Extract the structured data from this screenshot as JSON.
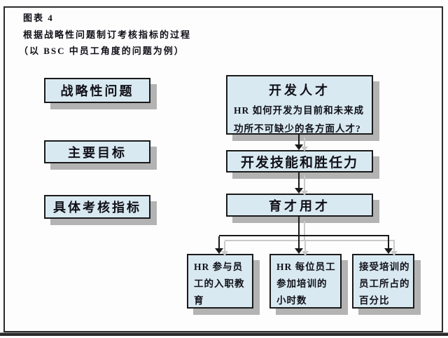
{
  "colors": {
    "canvas_bg": "#fdfdfd",
    "frame": "#2b2b2b",
    "box_fill": "#d9e9f1",
    "box_border": "#1a1a1a",
    "box_shadow": "#b3b3b3",
    "connector": "#1a1a1a",
    "connector_shadow": "#c9c9c9",
    "text": "#101018"
  },
  "header": {
    "figure_label": "图表 4",
    "title": "根据战略性问题制订考核指标的过程",
    "subtitle": "（以 BSC 中员工角度的问题为例）"
  },
  "left_column": {
    "items": [
      {
        "label": "战略性问题"
      },
      {
        "label": "主要目标"
      },
      {
        "label": "具体考核指标"
      }
    ]
  },
  "flow": {
    "top_box": {
      "title": "开发人才",
      "body_lines": [
        "HR 如何开发为目前和未来成",
        "功所不可缺少的各方面人才?"
      ]
    },
    "skills_box": {
      "label": "开发技能和胜任力"
    },
    "cultivate_box": {
      "label": "育才用才"
    },
    "leaves": [
      {
        "lines": [
          "HR 参与员",
          "工的入职教",
          "育"
        ]
      },
      {
        "lines": [
          "HR 每位员工",
          "参加培训的",
          "小时数"
        ]
      },
      {
        "lines": [
          "接受培训的",
          "员工所占的",
          "百分比"
        ]
      }
    ]
  }
}
